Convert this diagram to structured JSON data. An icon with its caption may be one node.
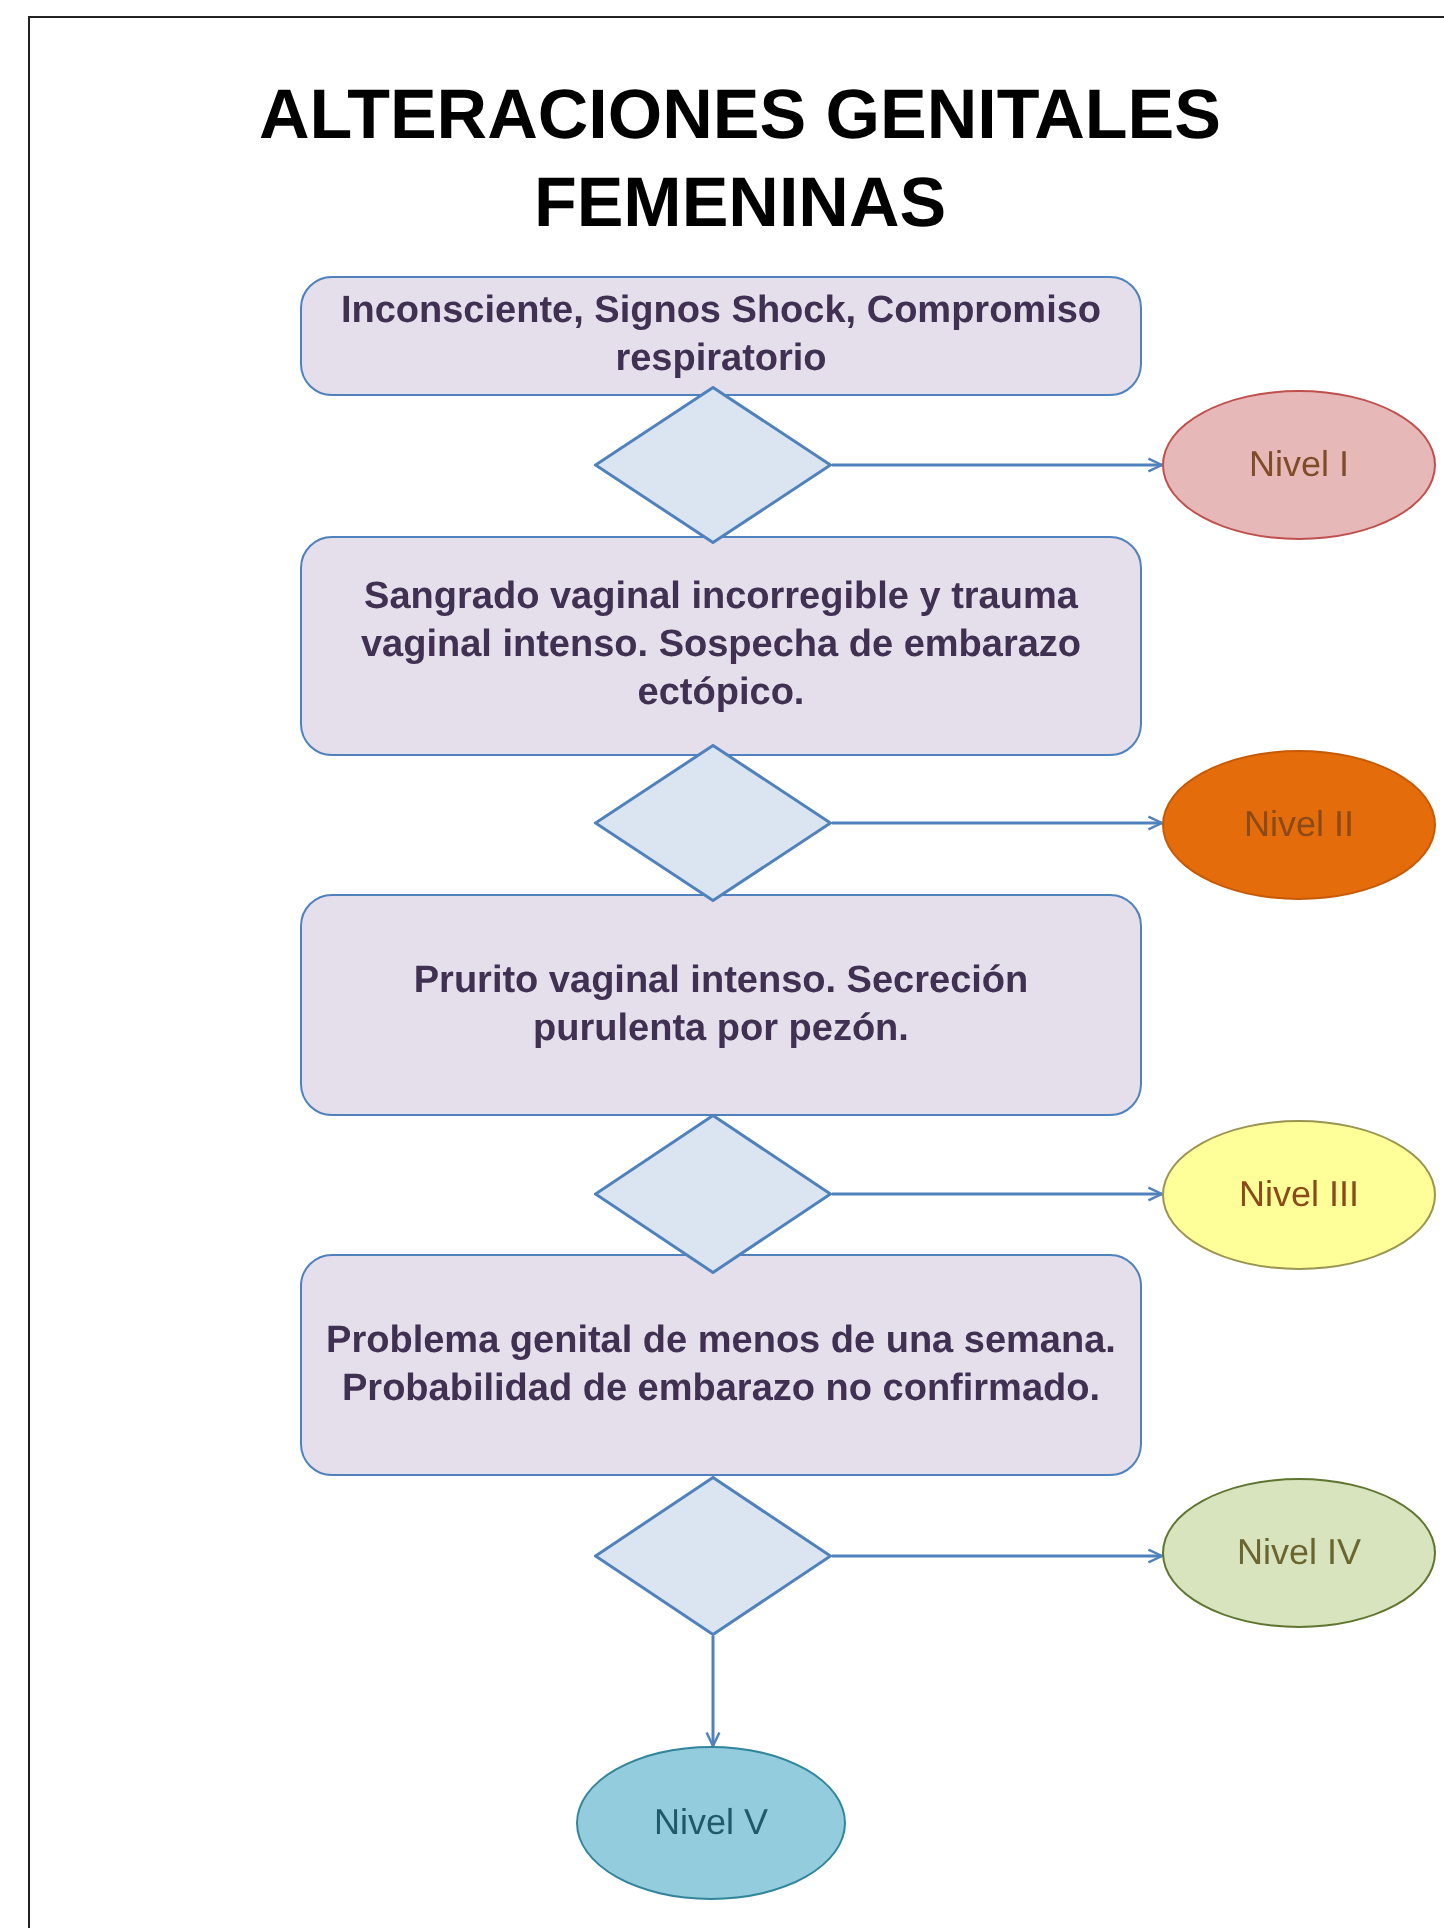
{
  "diagram": {
    "title": "ALTERACIONES GENITALES FEMENINAS",
    "nodes": [
      {
        "text": [
          "Inconsciente, Signos Shock, Compromiso respiratorio"
        ]
      },
      {
        "text": [],
        "shape": "diamond"
      },
      {
        "text": [
          "Nivel I"
        ]
      },
      {
        "text": [
          "Sangrado vaginal incorregible y trauma vaginal intenso. Sospecha de embarazo ectópico."
        ]
      },
      {
        "text": [],
        "shape": "diamond"
      },
      {
        "text": [
          "Nivel II"
        ]
      },
      {
        "text": [
          "Prurito vaginal intenso. Secreción purulenta por pezón."
        ]
      },
      {
        "text": [],
        "shape": "diamond"
      },
      {
        "text": [
          "Nivel III"
        ]
      },
      {
        "text": [
          "Problema genital de menos de una semana. Probabilidad de embarazo no confirmado."
        ]
      },
      {
        "text": [],
        "shape": "diamond"
      },
      {
        "text": [
          "Nivel IV"
        ]
      },
      {
        "text": [
          "Nivel V"
        ]
      }
    ],
    "edges": [
      {
        "from": 1,
        "to": 2,
        "arrow": "to"
      },
      {
        "from": 4,
        "to": 5,
        "arrow": "to"
      },
      {
        "from": 7,
        "to": 8,
        "arrow": "to"
      },
      {
        "from": 10,
        "to": 11,
        "arrow": "to"
      },
      {
        "from": 10,
        "to": 12,
        "arrow": "to"
      }
    ]
  }
}
